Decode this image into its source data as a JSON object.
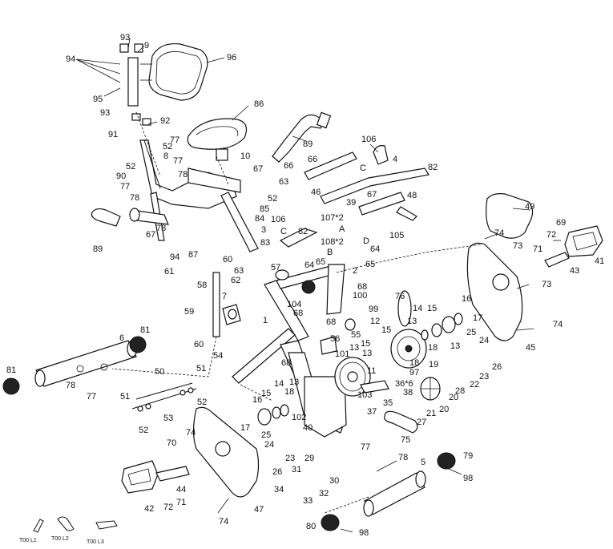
{
  "callouts": {
    "l93a": "93",
    "l9": "9",
    "l94": "94",
    "l96": "96",
    "l95": "95",
    "l93b": "93",
    "l92": "92",
    "l86": "86",
    "l91": "91",
    "l52a": "52",
    "l77a": "77",
    "l89a": "89",
    "l10": "10",
    "l66a": "66",
    "l106a": "106",
    "l52b": "52",
    "l90": "90",
    "l8": "8",
    "l77b": "77",
    "l78a": "78",
    "l67a": "67",
    "l66b": "66",
    "l63a": "63",
    "l4": "4",
    "l77c": "77",
    "l78b": "78",
    "l52c": "52",
    "l46": "46",
    "lC1": "C",
    "l82a": "82",
    "l48": "48",
    "l85": "85",
    "l84": "84",
    "l67b": "67",
    "l39": "39",
    "l106b": "106",
    "l107": "107*2",
    "lA": "A",
    "lD": "D",
    "l105": "105",
    "lC2": "C",
    "l82b": "82",
    "l108": "108*2",
    "l3": "3",
    "l89b": "89",
    "l67c": "67",
    "l78c": "78",
    "l94b": "94",
    "l87": "87",
    "l83": "83",
    "lB": "B",
    "l49": "49",
    "l74a": "74",
    "l73a": "73",
    "l69": "69",
    "l72a": "72",
    "l71a": "71",
    "l41": "41",
    "l43": "43",
    "l60a": "60",
    "l61": "61",
    "l63b": "63",
    "l62": "62",
    "l57": "57",
    "l64a": "64",
    "l65a": "65",
    "l64b": "64",
    "l65b": "65",
    "l2": "2",
    "l68a": "68",
    "l58": "58",
    "l73b": "73",
    "l104": "104",
    "l100": "100",
    "l99": "99",
    "l76": "76",
    "l59": "59",
    "l7": "7",
    "l68b": "68",
    "l68c": "68",
    "l1": "1",
    "l14a": "14",
    "l15a": "15",
    "l16a": "16",
    "l17a": "17",
    "l12": "12",
    "l15b": "15",
    "l13a": "13",
    "l18a": "18",
    "l55": "55",
    "l13b": "13",
    "l45": "45",
    "l74b": "74",
    "l6": "6",
    "l81a": "81",
    "l60b": "60",
    "l56": "56",
    "l101": "101",
    "l13c": "13",
    "l15c": "15",
    "l25a": "25",
    "l24a": "24",
    "l13d": "13",
    "l18b": "18",
    "l54": "54",
    "l68d": "68",
    "l11": "11",
    "l19": "19",
    "l23a": "23",
    "l26a": "26",
    "l81b": "81",
    "l78d": "78",
    "l77d": "77",
    "l50": "50",
    "l51a": "51",
    "l97": "97",
    "l22": "22",
    "l36": "36*6",
    "l38": "38",
    "l28": "28",
    "l20a": "20",
    "l103": "103",
    "l35": "35",
    "l20b": "20",
    "l21": "21",
    "l51b": "51",
    "l53": "53",
    "l52d": "52",
    "l37": "37",
    "l27": "27",
    "l16b": "16",
    "l15d": "15",
    "l14b": "14",
    "l13e": "13",
    "l18c": "18",
    "l52e": "52",
    "l102": "102",
    "l74c": "74",
    "l17b": "17",
    "l40": "40",
    "l25b": "25",
    "l75": "75",
    "l24b": "24",
    "l70": "70",
    "l77e": "77",
    "l78e": "78",
    "l79": "79",
    "l23b": "23",
    "l29": "29",
    "l26b": "26",
    "l5": "5",
    "l31": "31",
    "l30": "30",
    "l98a": "98",
    "l44": "44",
    "l34": "34",
    "l32": "32",
    "l33": "33",
    "l42": "42",
    "l72b": "72",
    "l71b": "71",
    "l47": "47",
    "l74d": "74",
    "l80": "80",
    "l98b": "98"
  },
  "tools": {
    "t1": "T00 L1",
    "t2": "T00 L2",
    "t3": "T00 L3"
  }
}
